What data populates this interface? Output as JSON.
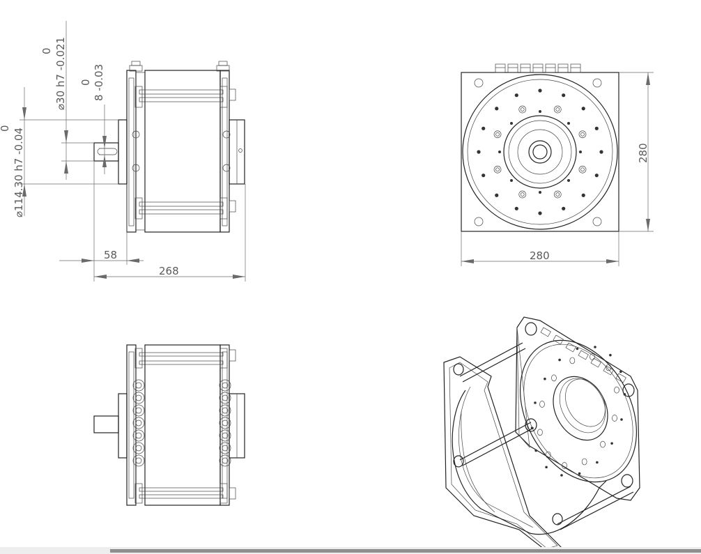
{
  "side_view_dims": {
    "shaft_tol_upper": "0",
    "shaft_dia": "⌀30 h7 -0.021",
    "key_tol_upper": "0",
    "key_width": "8 -0.03",
    "flange_tol_upper": "0",
    "flange_dia": "⌀114.30 h7 -0.04",
    "shaft_length": "58",
    "overall_length": "268"
  },
  "front_view_dims": {
    "height": "280",
    "width": "280"
  },
  "colors": {
    "line": "#222222",
    "dimension": "#6a6a6a",
    "scrollbar": "#8e8e8e"
  }
}
